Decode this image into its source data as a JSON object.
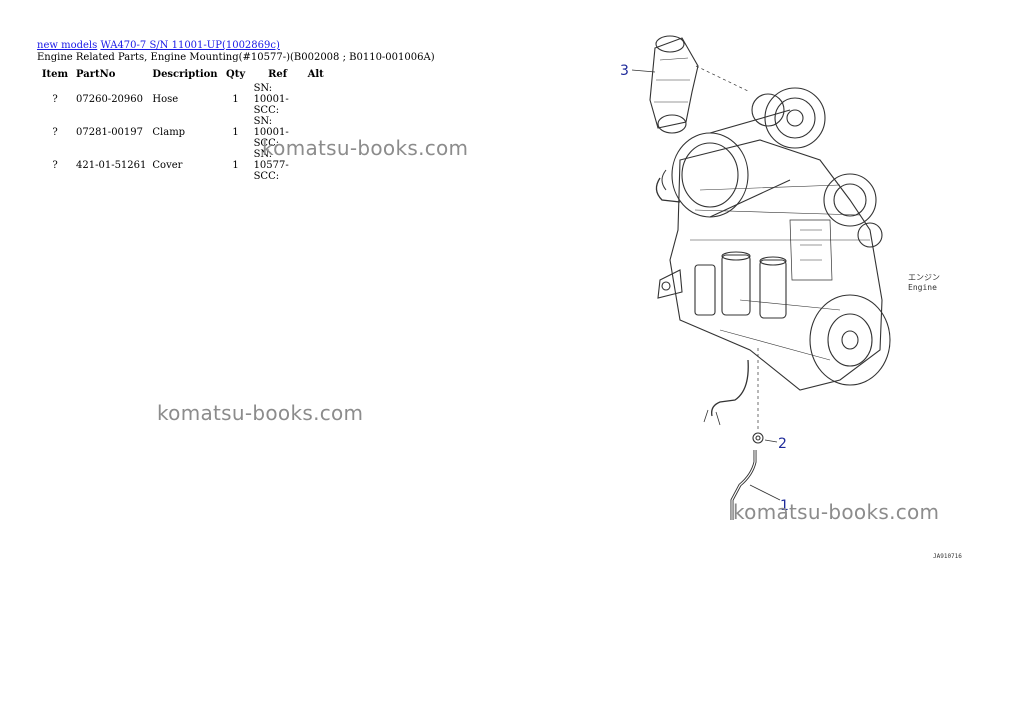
{
  "breadcrumb": {
    "link1": "new models",
    "link2": "WA470-7 S/N 11001-UP(1002869c)"
  },
  "subtitle": "Engine Related Parts, Engine Mounting(#10577-)(B002008 ; B0110-001006A)",
  "table": {
    "headers": {
      "item": "Item",
      "partno": "PartNo",
      "description": "Description",
      "qty": "Qty",
      "ref": "Ref",
      "alt": "Alt"
    },
    "rows": [
      {
        "item": "?",
        "partno": "07260-20960",
        "description": "Hose",
        "qty": "1",
        "ref": "SN: 10001-SCC:",
        "alt": ""
      },
      {
        "item": "?",
        "partno": "07281-00197",
        "description": "Clamp",
        "qty": "1",
        "ref": "SN: 10001-SCC:",
        "alt": ""
      },
      {
        "item": "?",
        "partno": "421-01-51261",
        "description": "Cover",
        "qty": "1",
        "ref": "SN: 10577-SCC:",
        "alt": ""
      }
    ]
  },
  "watermarks": [
    "komatsu-books.com",
    "komatsu-books.com",
    "komatsu-books.com"
  ],
  "diagram": {
    "callouts": [
      "3",
      "2",
      "1"
    ],
    "label_jp": "エンジン",
    "label_en": "Engine",
    "figure_code": "JA910716",
    "callout_color": "#1e2a9a"
  }
}
